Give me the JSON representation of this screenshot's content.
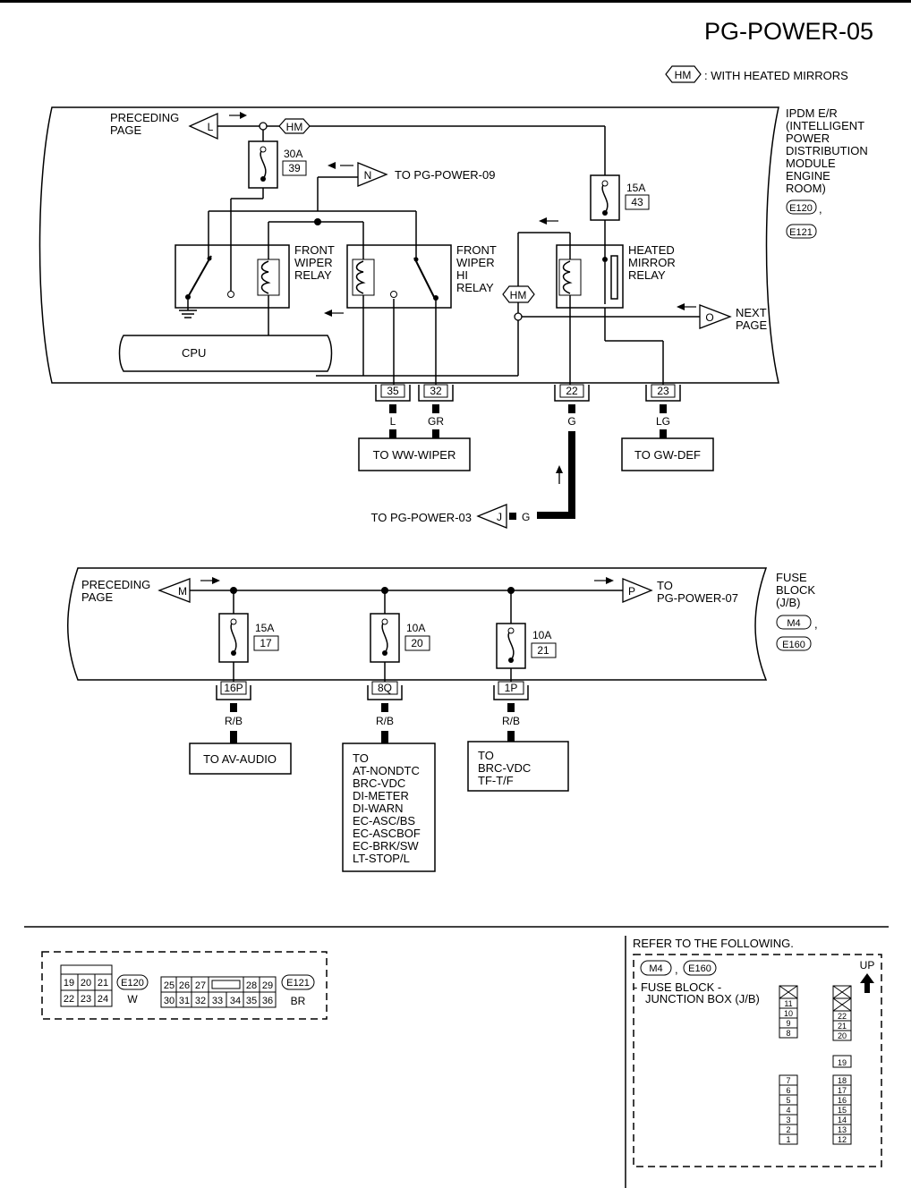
{
  "header": {
    "page_id": "PG-POWER-05"
  },
  "legend": {
    "tag": "HM",
    "text": ": WITH HEATED MIRRORS"
  },
  "ipdm": {
    "title_lines": [
      "IPDM E/R",
      "(INTELLIGENT",
      "POWER",
      "DISTRIBUTION",
      "MODULE",
      "ENGINE",
      "ROOM)"
    ],
    "connector1": "E120",
    "connector2": "E121",
    "comma": ",",
    "preceding_page_lines": [
      "PRECEDING",
      "PAGE"
    ],
    "preceding_tag": "L",
    "hm_tag": "HM",
    "fuse_30a": {
      "rating": "30A",
      "number": "39"
    },
    "fuse_15a": {
      "rating": "15A",
      "number": "43"
    },
    "to_n_tag": "N",
    "to_n_text": "TO PG-POWER-09",
    "front_wiper_relay_lines": [
      "FRONT",
      "WIPER",
      "RELAY"
    ],
    "front_wiper_hi_relay_lines": [
      "FRONT",
      "WIPER",
      "HI",
      "RELAY"
    ],
    "heated_mirror_relay_lines": [
      "HEATED",
      "MIRROR",
      "RELAY"
    ],
    "cpu_label": "CPU",
    "hm_tag2": "HM",
    "next_tag": "O",
    "next_page_lines": [
      "NEXT",
      "PAGE"
    ],
    "terminals": [
      "35",
      "32",
      "22",
      "23"
    ],
    "wire_colors": [
      "L",
      "GR",
      "G",
      "LG"
    ],
    "to_ww_wiper": "TO WW-WIPER",
    "to_gw_def": "TO GW-DEF",
    "to_j_text": "TO PG-POWER-03",
    "j_tag": "J",
    "j_wire": "G"
  },
  "fuse_block": {
    "title_lines": [
      "FUSE",
      "BLOCK",
      "(J/B)"
    ],
    "connector1": "M4",
    "connector2": "E160",
    "comma": ",",
    "preceding_page_lines": [
      "PRECEDING",
      "PAGE"
    ],
    "preceding_tag": "M",
    "to_tag": "P",
    "to_lines": [
      "TO",
      "PG-POWER-07"
    ],
    "fuses": [
      {
        "rating": "15A",
        "number": "17",
        "terminal": "16P",
        "wire": "R/B"
      },
      {
        "rating": "10A",
        "number": "20",
        "terminal": "8Q",
        "wire": "R/B"
      },
      {
        "rating": "10A",
        "number": "21",
        "terminal": "1P",
        "wire": "R/B"
      }
    ],
    "dest1_lines": [
      "TO AV-AUDIO"
    ],
    "dest2_lines": [
      "TO",
      "AT-NONDTC",
      "BRC-VDC",
      "DI-METER",
      "DI-WARN",
      "EC-ASC/BS",
      "EC-ASCBOF",
      "EC-BRK/SW",
      "LT-STOP/L"
    ],
    "dest3_lines": [
      "TO",
      "BRC-VDC",
      "TF-T/F"
    ]
  },
  "connectors": {
    "e120": {
      "code": "E120",
      "color": "W",
      "row1": [
        "19",
        "20",
        "21"
      ],
      "row2": [
        "22",
        "23",
        "24"
      ]
    },
    "e121": {
      "code": "E121",
      "color": "BR",
      "row1": [
        "25",
        "26",
        "27",
        "28",
        "29"
      ],
      "row2": [
        "30",
        "31",
        "32",
        "33",
        "34",
        "35",
        "36"
      ]
    }
  },
  "refer": {
    "title": "REFER TO THE FOLLOWING.",
    "connector1": "M4",
    "connector2": "E160",
    "comma": ",",
    "up_label": "UP",
    "desc_lines": [
      "- FUSE BLOCK -",
      "JUNCTION BOX (J/B)"
    ],
    "left_col_top": [
      "11",
      "10",
      "9",
      "8"
    ],
    "left_col_bottom": [
      "7",
      "6",
      "5",
      "4",
      "3",
      "2",
      "1"
    ],
    "right_col_top": [
      "22",
      "21",
      "20"
    ],
    "right_single": "19",
    "right_col_bottom": [
      "18",
      "17",
      "16",
      "15",
      "14",
      "13",
      "12"
    ]
  }
}
